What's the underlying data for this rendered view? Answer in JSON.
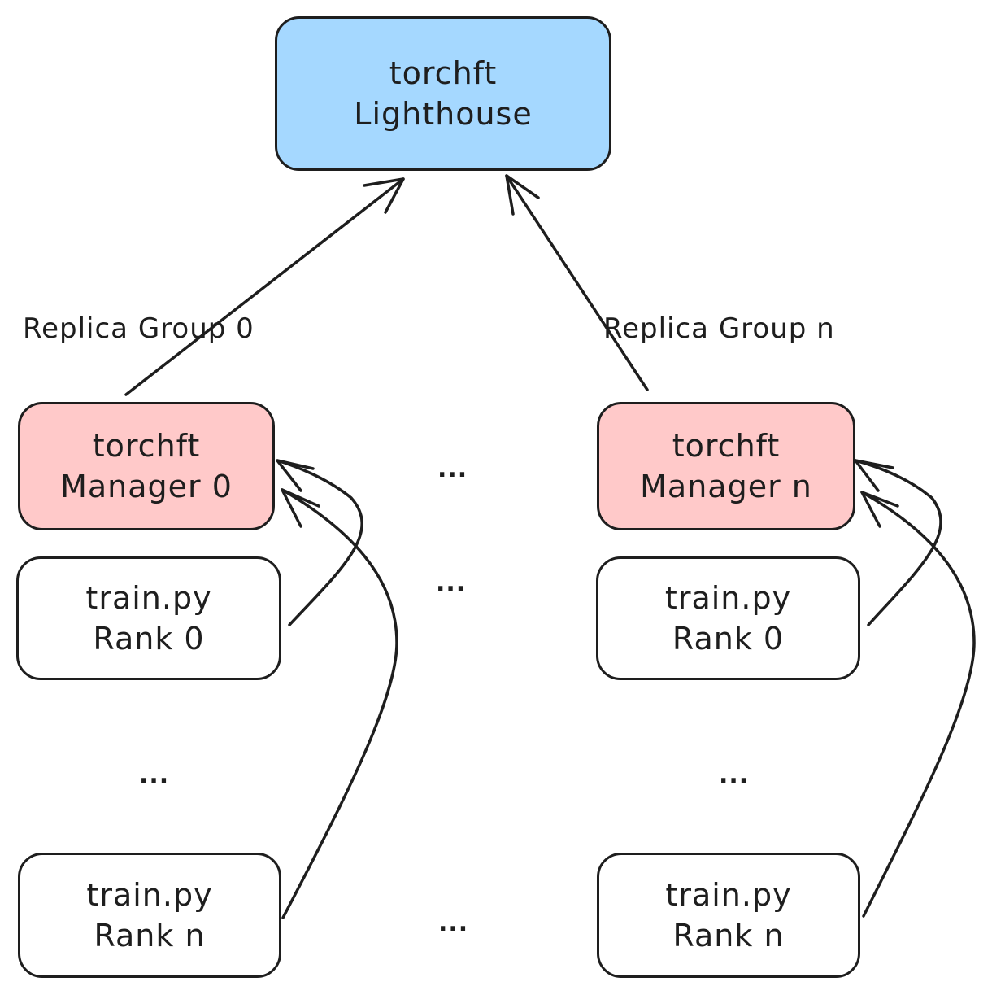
{
  "lighthouse": {
    "line1": "torchft",
    "line2": "Lighthouse"
  },
  "group_left": {
    "label": "Replica Group 0",
    "manager": {
      "line1": "torchft",
      "line2": "Manager 0"
    },
    "rank_first": {
      "line1": "train.py",
      "line2": "Rank 0"
    },
    "ellipsis": "...",
    "rank_last": {
      "line1": "train.py",
      "line2": "Rank n"
    }
  },
  "group_right": {
    "label": "Replica Group n",
    "manager": {
      "line1": "torchft",
      "line2": "Manager n"
    },
    "rank_first": {
      "line1": "train.py",
      "line2": "Rank 0"
    },
    "ellipsis": "...",
    "rank_last": {
      "line1": "train.py",
      "line2": "Rank n"
    }
  },
  "middle": {
    "managers_ellipsis": "...",
    "rank_first_ellipsis": "...",
    "rank_last_ellipsis": "..."
  },
  "colors": {
    "lighthouse_fill": "#a5d8ff",
    "manager_fill": "#ffc9c9",
    "worker_fill": "#ffffff",
    "stroke": "#1e1e1e"
  }
}
